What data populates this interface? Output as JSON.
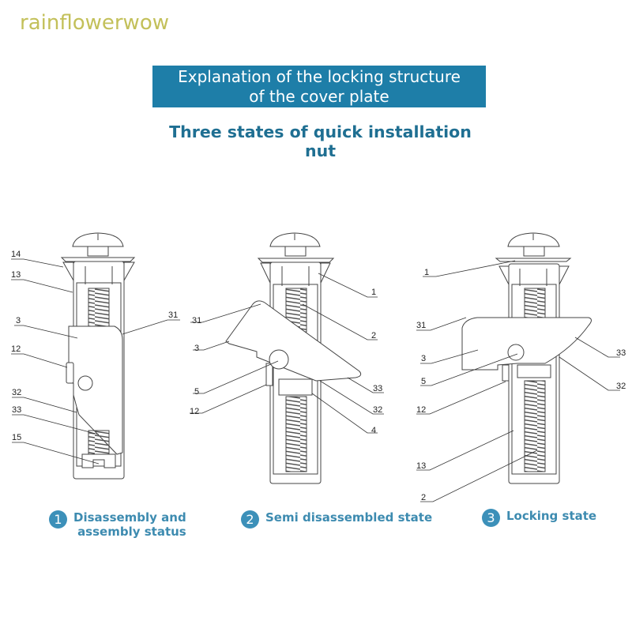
{
  "brand": "rainflowerwow",
  "banner": {
    "line1": "Explanation of the locking structure",
    "line2": "of the cover plate"
  },
  "subtitle": "Three states of quick installation nut",
  "diagrams": [
    {
      "labels": [
        "14",
        "13",
        "3",
        "12",
        "32",
        "33",
        "15",
        "31"
      ]
    },
    {
      "labels": [
        "1",
        "31",
        "2",
        "3",
        "5",
        "33",
        "12",
        "32",
        "4"
      ]
    },
    {
      "labels": [
        "1",
        "31",
        "33",
        "3",
        "5",
        "32",
        "12",
        "13",
        "2"
      ]
    }
  ],
  "captions": [
    {
      "number": "1",
      "line1": "Disassembly and",
      "line2": "assembly status"
    },
    {
      "number": "2",
      "line1": "Semi disassembled state"
    },
    {
      "number": "3",
      "line1": "Locking state"
    }
  ],
  "colors": {
    "banner": "#1e7ea8",
    "subtitle": "#1f6f92",
    "caption": "#3d8bb0",
    "brand": "#c3c05a"
  }
}
